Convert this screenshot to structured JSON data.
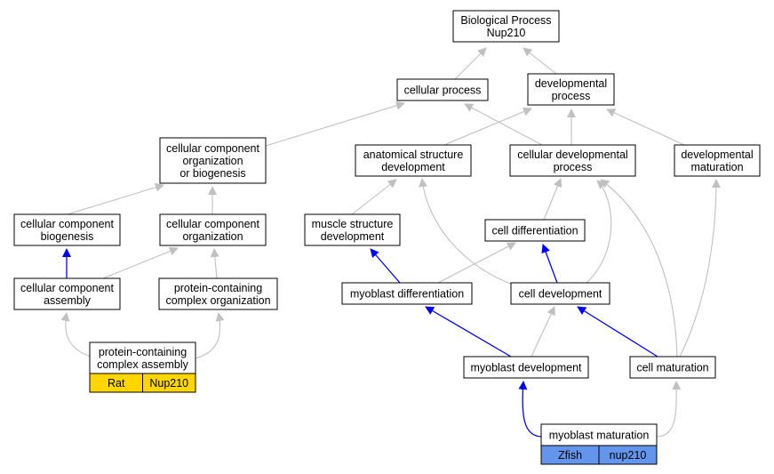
{
  "colors": {
    "edge_gray": "#c0c0c0",
    "edge_blue": "#0000ff",
    "rat_tag": "#ffd700",
    "zfish_tag": "#6495ed",
    "node_border": "#000000"
  },
  "nodes": {
    "bp": {
      "lines": [
        "Biological Process",
        "Nup210"
      ]
    },
    "cp": {
      "lines": [
        "cellular process"
      ]
    },
    "dp": {
      "lines": [
        "developmental",
        "process"
      ]
    },
    "ccob": {
      "lines": [
        "cellular component",
        "organization",
        "or biogenesis"
      ]
    },
    "asd": {
      "lines": [
        "anatomical structure",
        "development"
      ]
    },
    "cdp": {
      "lines": [
        "cellular developmental",
        "process"
      ]
    },
    "dm": {
      "lines": [
        "developmental",
        "maturation"
      ]
    },
    "ccb": {
      "lines": [
        "cellular component",
        "biogenesis"
      ]
    },
    "cco": {
      "lines": [
        "cellular component",
        "organization"
      ]
    },
    "msd": {
      "lines": [
        "muscle structure",
        "development"
      ]
    },
    "cdiff": {
      "lines": [
        "cell differentiation"
      ]
    },
    "cca": {
      "lines": [
        "cellular component",
        "assembly"
      ]
    },
    "pcco": {
      "lines": [
        "protein-containing",
        "complex organization"
      ]
    },
    "mdiff": {
      "lines": [
        "myoblast differentiation"
      ]
    },
    "cdev": {
      "lines": [
        "cell development"
      ]
    },
    "pcca": {
      "lines": [
        "protein-containing",
        "complex assembly"
      ],
      "tags": [
        "Rat",
        "Nup210"
      ]
    },
    "mdev": {
      "lines": [
        "myoblast development"
      ]
    },
    "cmat": {
      "lines": [
        "cell maturation"
      ]
    },
    "mmat": {
      "lines": [
        "myoblast maturation"
      ],
      "tags": [
        "Zfish",
        "nup210"
      ]
    }
  }
}
